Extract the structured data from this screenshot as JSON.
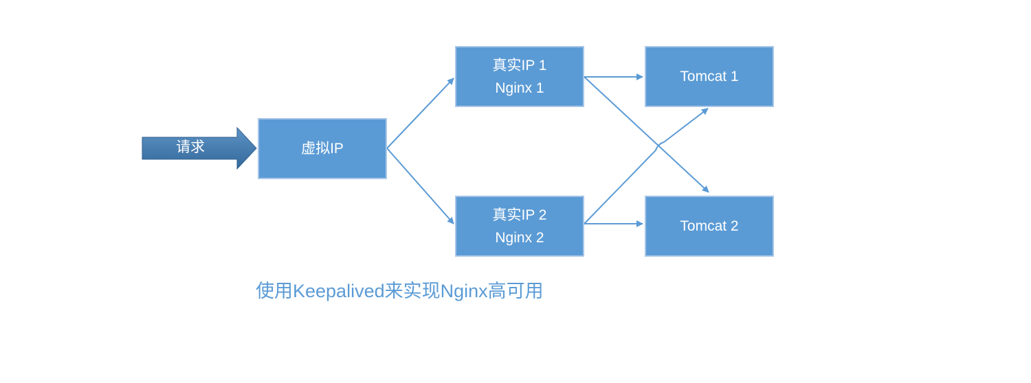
{
  "diagram": {
    "request_label": "请求",
    "nodes": {
      "virtual_ip": {
        "line1": "虚拟IP"
      },
      "real_ip_1": {
        "line1": "真实IP 1",
        "line2": "Nginx 1"
      },
      "real_ip_2": {
        "line1": "真实IP 2",
        "line2": "Nginx 2"
      },
      "tomcat_1": {
        "line1": "Tomcat 1"
      },
      "tomcat_2": {
        "line1": "Tomcat 2"
      }
    },
    "caption": "使用Keepalived来实现Nginx高可用",
    "colors": {
      "node_fill": "#5b9bd5",
      "node_border": "#a9c6e8",
      "arrow": "#5b9bd5",
      "request_arrow": "#3e75a8",
      "caption": "#5b9bd5"
    }
  }
}
